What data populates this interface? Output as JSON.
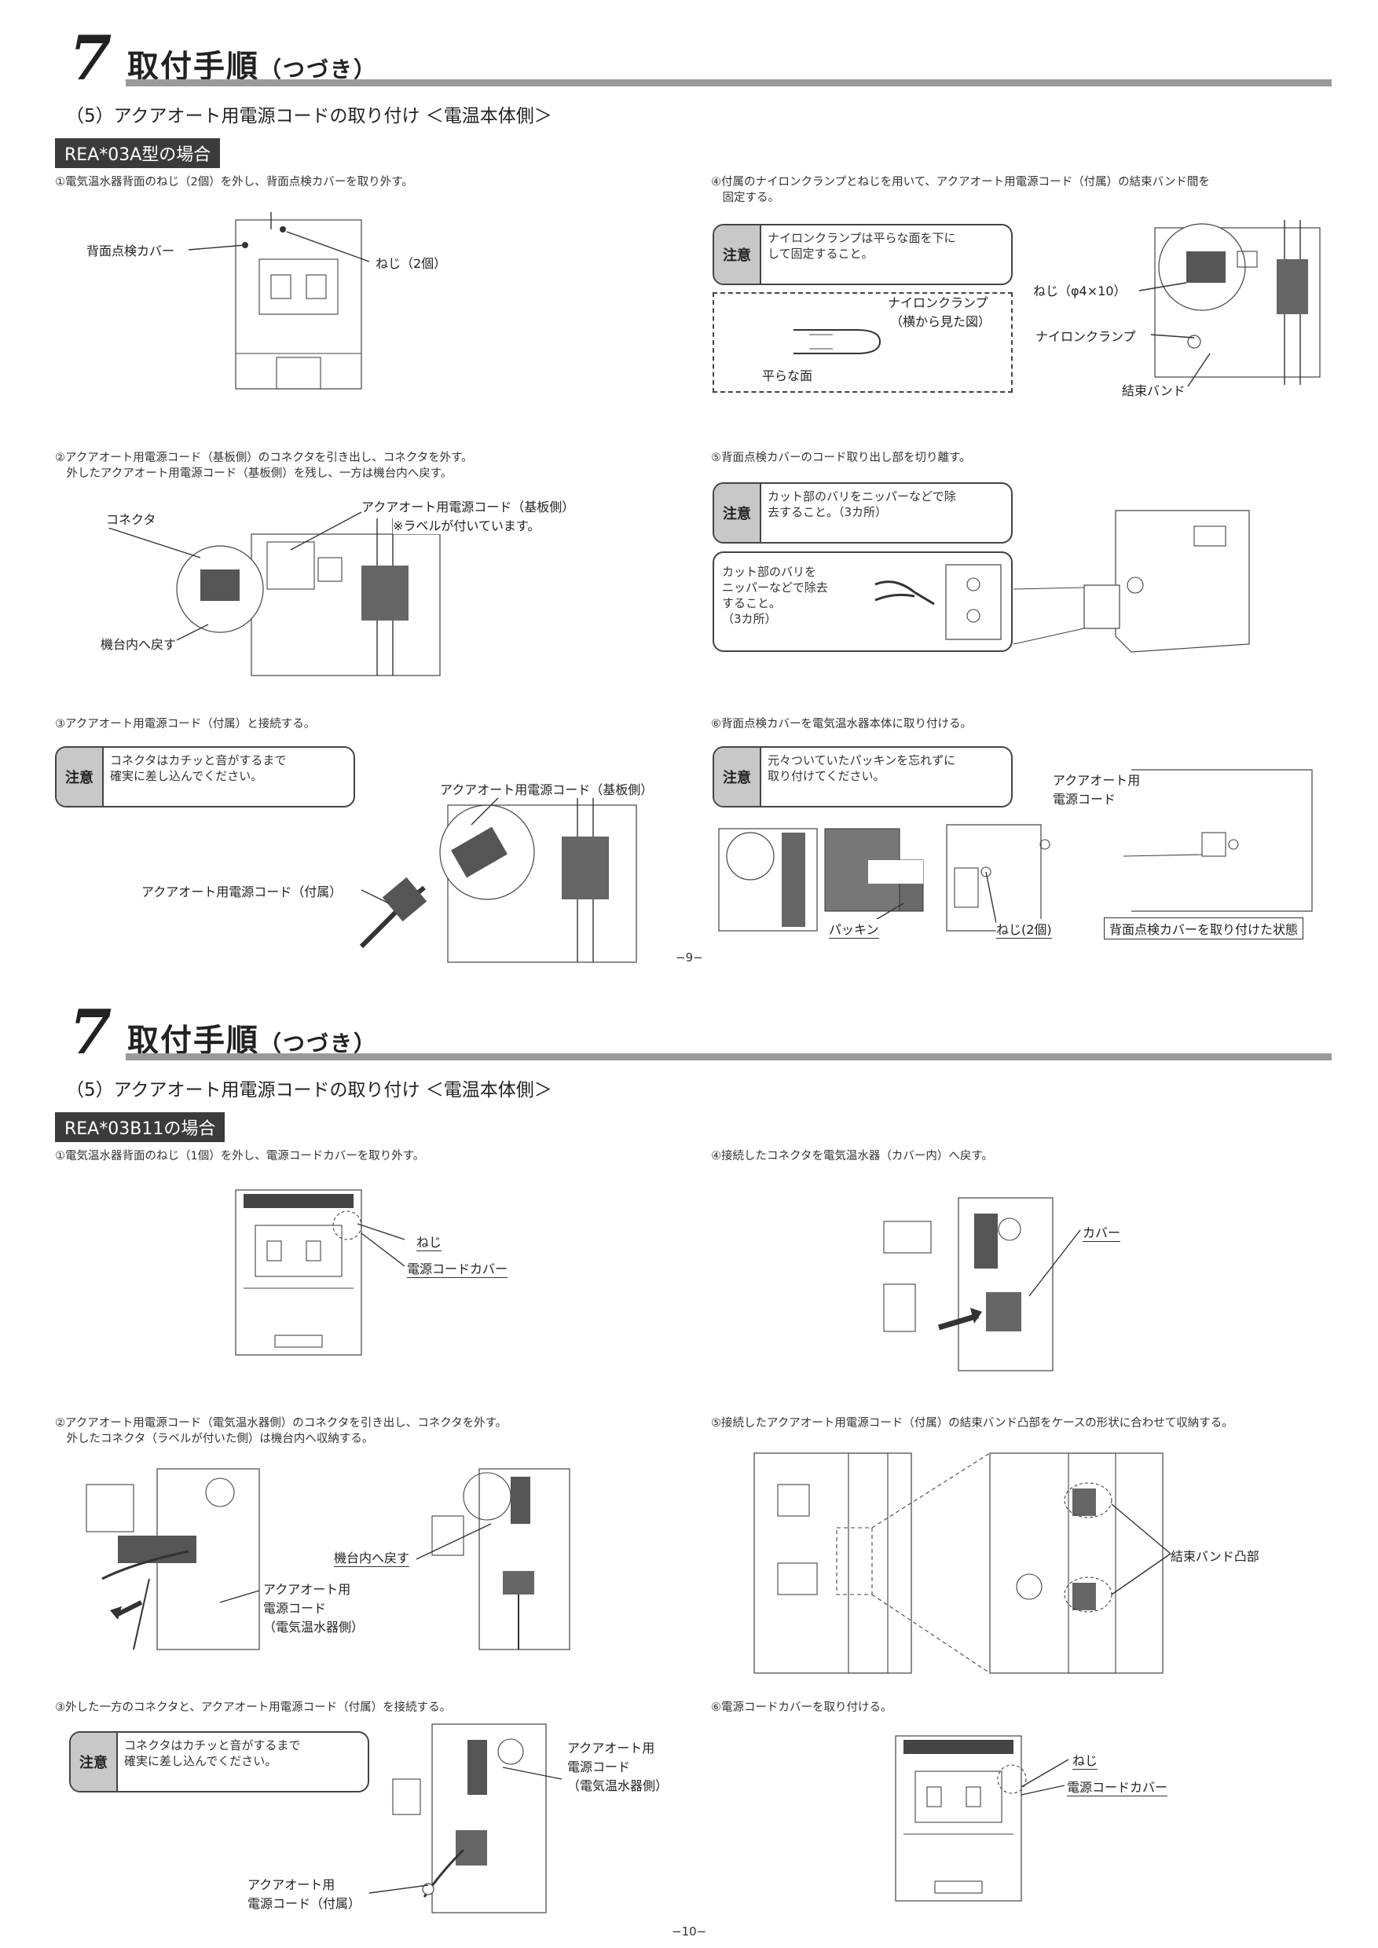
{
  "page1": {
    "chapter_number": "7",
    "chapter_title": "取付手順",
    "chapter_suffix": "（つづき）",
    "section_title": "（5）アクアオート用電源コードの取り付け ＜電温本体側＞",
    "model_badge": "REA*03A型の場合",
    "steps": {
      "s1": "①電気温水器背面のねじ（2個）を外し、背面点検カバーを取り外す。",
      "s2": "②アクアオート用電源コード（基板側）のコネクタを引き出し、コネクタを外す。\n　外したアクアオート用電源コード（基板側）を残し、一方は機台内へ戻す。",
      "s3": "③アクアオート用電源コード（付属）と接続する。",
      "s4": "④付属のナイロンクランプとねじを用いて、アクアオート用電源コード（付属）の結束バンド間を\n　固定する。",
      "s5": "⑤背面点検カバーのコード取り出し部を切り離す。",
      "s6": "⑥背面点検カバーを電気温水器本体に取り付ける。"
    },
    "labels": {
      "rear_cover": "背面点検カバー",
      "screw2": "ねじ（2個）",
      "connector": "コネクタ",
      "cord_board": "アクアオート用電源コード（基板側）",
      "label_note": "※ラベルが付いています。",
      "return_inside": "機台内へ戻す",
      "cord_board_2": "アクアオート用電源コード（基板側）",
      "cord_accessory": "アクアオート用電源コード（付属）",
      "nylon_clamp_side": "ナイロンクランプ",
      "side_view": "（横から見た図）",
      "flat_face": "平らな面",
      "screw_phi": "ねじ（φ4×10）",
      "nylon_clamp": "ナイロンクランプ",
      "tie_band": "結束バンド",
      "cut_note": "カット部のバリを\nニッパーなどで除去\nすること。\n（3カ所）",
      "aqua_cord": "アクアオート用\n電源コード",
      "packing": "パッキン",
      "screw2b": "ねじ(2個)",
      "attached_state": "背面点検カバーを取り付けた状態"
    },
    "notes": {
      "tag": "注意",
      "n4": "ナイロンクランプは平らな面を下に\nして固定すること。",
      "n5": "カット部のバリをニッパーなどで除\n去すること。（3カ所）",
      "n3": "コネクタはカチッと音がするまで\n確実に差し込んでください。",
      "n6": "元々ついていたパッキンを忘れずに\n取り付けてください。"
    },
    "page_number": "−9−"
  },
  "page2": {
    "chapter_number": "7",
    "chapter_title": "取付手順",
    "chapter_suffix": "（つづき）",
    "section_title": "（5）アクアオート用電源コードの取り付け ＜電温本体側＞",
    "model_badge": "REA*03B11の場合",
    "steps": {
      "s1": "①電気温水器背面のねじ（1個）を外し、電源コードカバーを取り外す。",
      "s2": "②アクアオート用電源コード（電気温水器側）のコネクタを引き出し、コネクタを外す。\n　外したコネクタ（ラベルが付いた側）は機台内へ収納する。",
      "s3": "③外した一方のコネクタと、アクアオート用電源コード（付属）を接続する。",
      "s4": "④接続したコネクタを電気温水器（カバー内）へ戻す。",
      "s5": "⑤接続したアクアオート用電源コード（付属）の結束バンド凸部をケースの形状に合わせて収納する。",
      "s6": "⑥電源コードカバーを取り付ける。"
    },
    "labels": {
      "screw": "ねじ",
      "power_cover": "電源コードカバー",
      "return_inside": "機台内へ戻す",
      "cord_heater": "アクアオート用\n電源コード\n（電気温水器側）",
      "cover": "カバー",
      "band_convex": "結束バンド凸部",
      "cord_heater_2": "アクアオート用\n電源コード\n（電気温水器側）",
      "cord_accessory": "アクアオート用\n電源コード（付属）",
      "screw_b": "ねじ",
      "power_cover_b": "電源コードカバー"
    },
    "notes": {
      "tag": "注意",
      "n3": "コネクタはカチッと音がするまで\n確実に差し込んでください。"
    },
    "page_number": "−10−"
  }
}
